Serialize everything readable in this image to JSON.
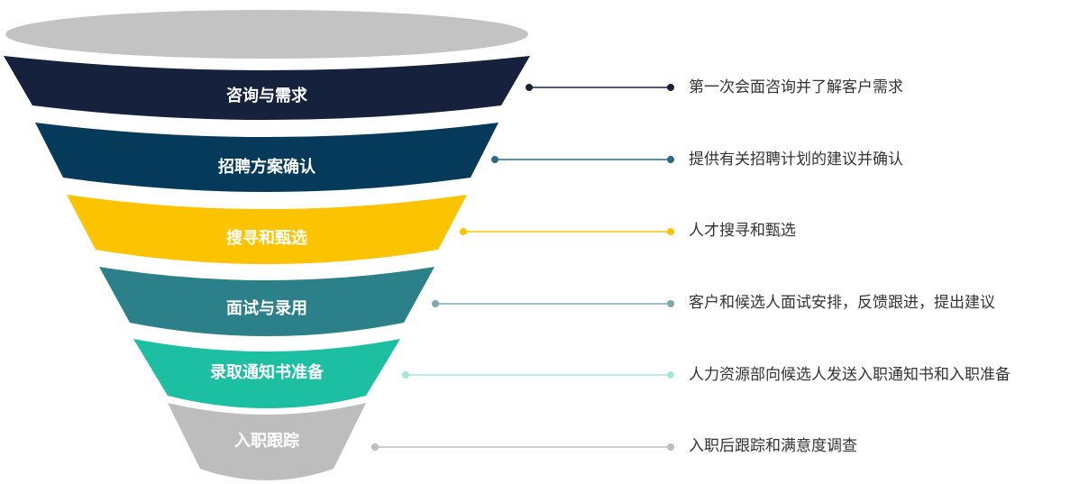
{
  "stages": [
    {
      "label": "咨询与需求",
      "description": "第一次会面咨询并了解客户需求",
      "color": "#16213d",
      "label_color": "#ffffff"
    },
    {
      "label": "招聘方案确认",
      "description": "提供有关招聘计划的建议并确认",
      "color": "#063a5a",
      "label_color": "#ffffff"
    },
    {
      "label": "搜寻和甄选",
      "description": "人才搜寻和甄选",
      "color": "#fcc300",
      "label_color": "#ffffff"
    },
    {
      "label": "面试与录用",
      "description": "客户和候选人面试安排，反馈跟进，提出建议",
      "color": "#2c8089",
      "label_color": "#ffffff"
    },
    {
      "label": "录取通知书准备",
      "description": "人力资源部向候选人发送入职通知书和入职准备",
      "color": "#1dbfa2",
      "label_color": "#ffffff"
    },
    {
      "label": "入职跟踪",
      "description": "入职后跟踪和满意度调查",
      "color": "#bdbdbd",
      "label_color": "#ffffff"
    }
  ],
  "connector_colors": [
    "#16213d",
    "#2b6a80",
    "#fcc300",
    "#7fa7b3",
    "#a8e6d8",
    "#bdbdbd"
  ],
  "top_ellipse_color": "#c3c3c3"
}
